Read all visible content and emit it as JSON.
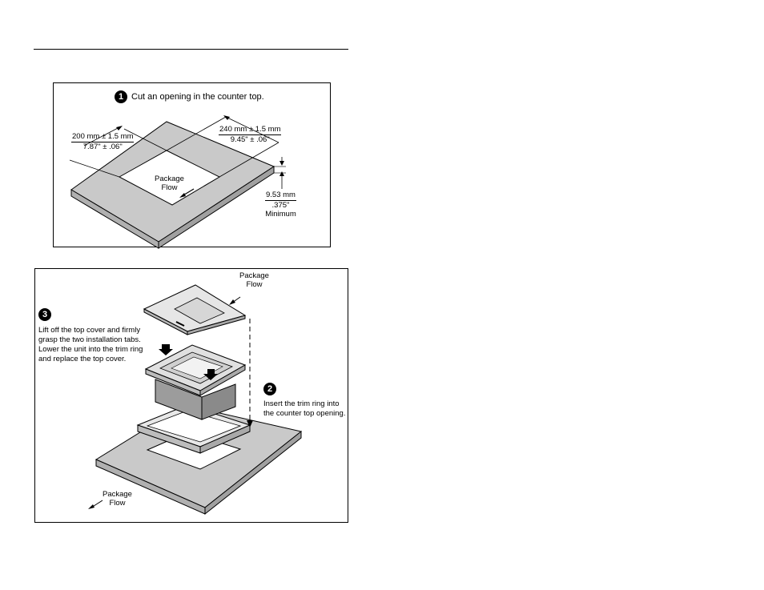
{
  "panel1": {
    "step_number": "1",
    "step_text": "Cut an opening in the counter top.",
    "dim_width_mm": "200 mm ± 1.5 mm",
    "dim_width_in": "7.87\" ± .06\"",
    "dim_depth_mm": "240 mm ± 1.5 mm",
    "dim_depth_in": "9.45\" ± .06\"",
    "thickness_mm": "9.53 mm",
    "thickness_in": ".375\"",
    "thickness_note": "Minimum",
    "flow_line1": "Package",
    "flow_line2": "Flow"
  },
  "panel2": {
    "flow_top_line1": "Package",
    "flow_top_line2": "Flow",
    "step3_number": "3",
    "step3_lines": [
      "Lift off the top cover and firmly",
      "grasp the two installation tabs.",
      "Lower the unit into the trim ring",
      "and replace the top cover."
    ],
    "step2_number": "2",
    "step2_lines": [
      "Insert the trim ring into",
      "the counter top opening."
    ],
    "flow_bottom_line1": "Package",
    "flow_bottom_line2": "Flow"
  },
  "colors": {
    "counter": "#c9c9c9",
    "counter_edge": "#a8a8a8",
    "line": "#000000"
  }
}
